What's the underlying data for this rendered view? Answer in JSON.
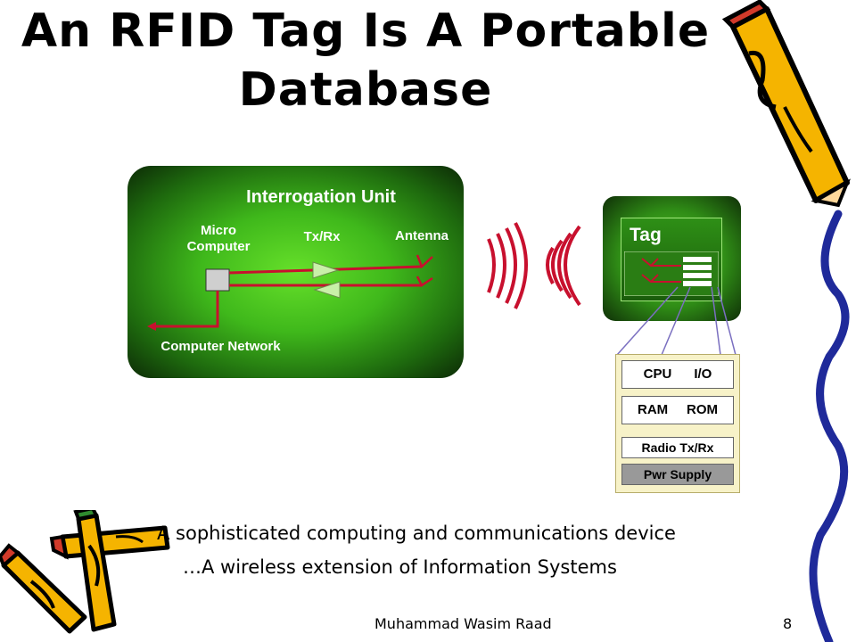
{
  "slide": {
    "title_line1": "An RFID Tag Is A Portable",
    "title_line2": "Database",
    "interrogation_unit": {
      "title": "Interrogation Unit",
      "micro_computer": "Micro Computer",
      "txrx": "Tx/Rx",
      "antenna": "Antenna",
      "computer_network": "Computer Network"
    },
    "tag": {
      "label": "Tag",
      "chip_rows": [
        "CPU",
        "I/O",
        "RAM",
        "ROM",
        "Radio Tx/Rx",
        "Pwr Supply"
      ]
    },
    "bullet1": "A sophisticated computing and communications device",
    "bullet2": "…A wireless extension of Information Systems",
    "author": "Muhammad Wasim Raad",
    "page_number": "8",
    "colors": {
      "signal_red": "#c8102e",
      "board_green": "#3fb81b"
    }
  }
}
